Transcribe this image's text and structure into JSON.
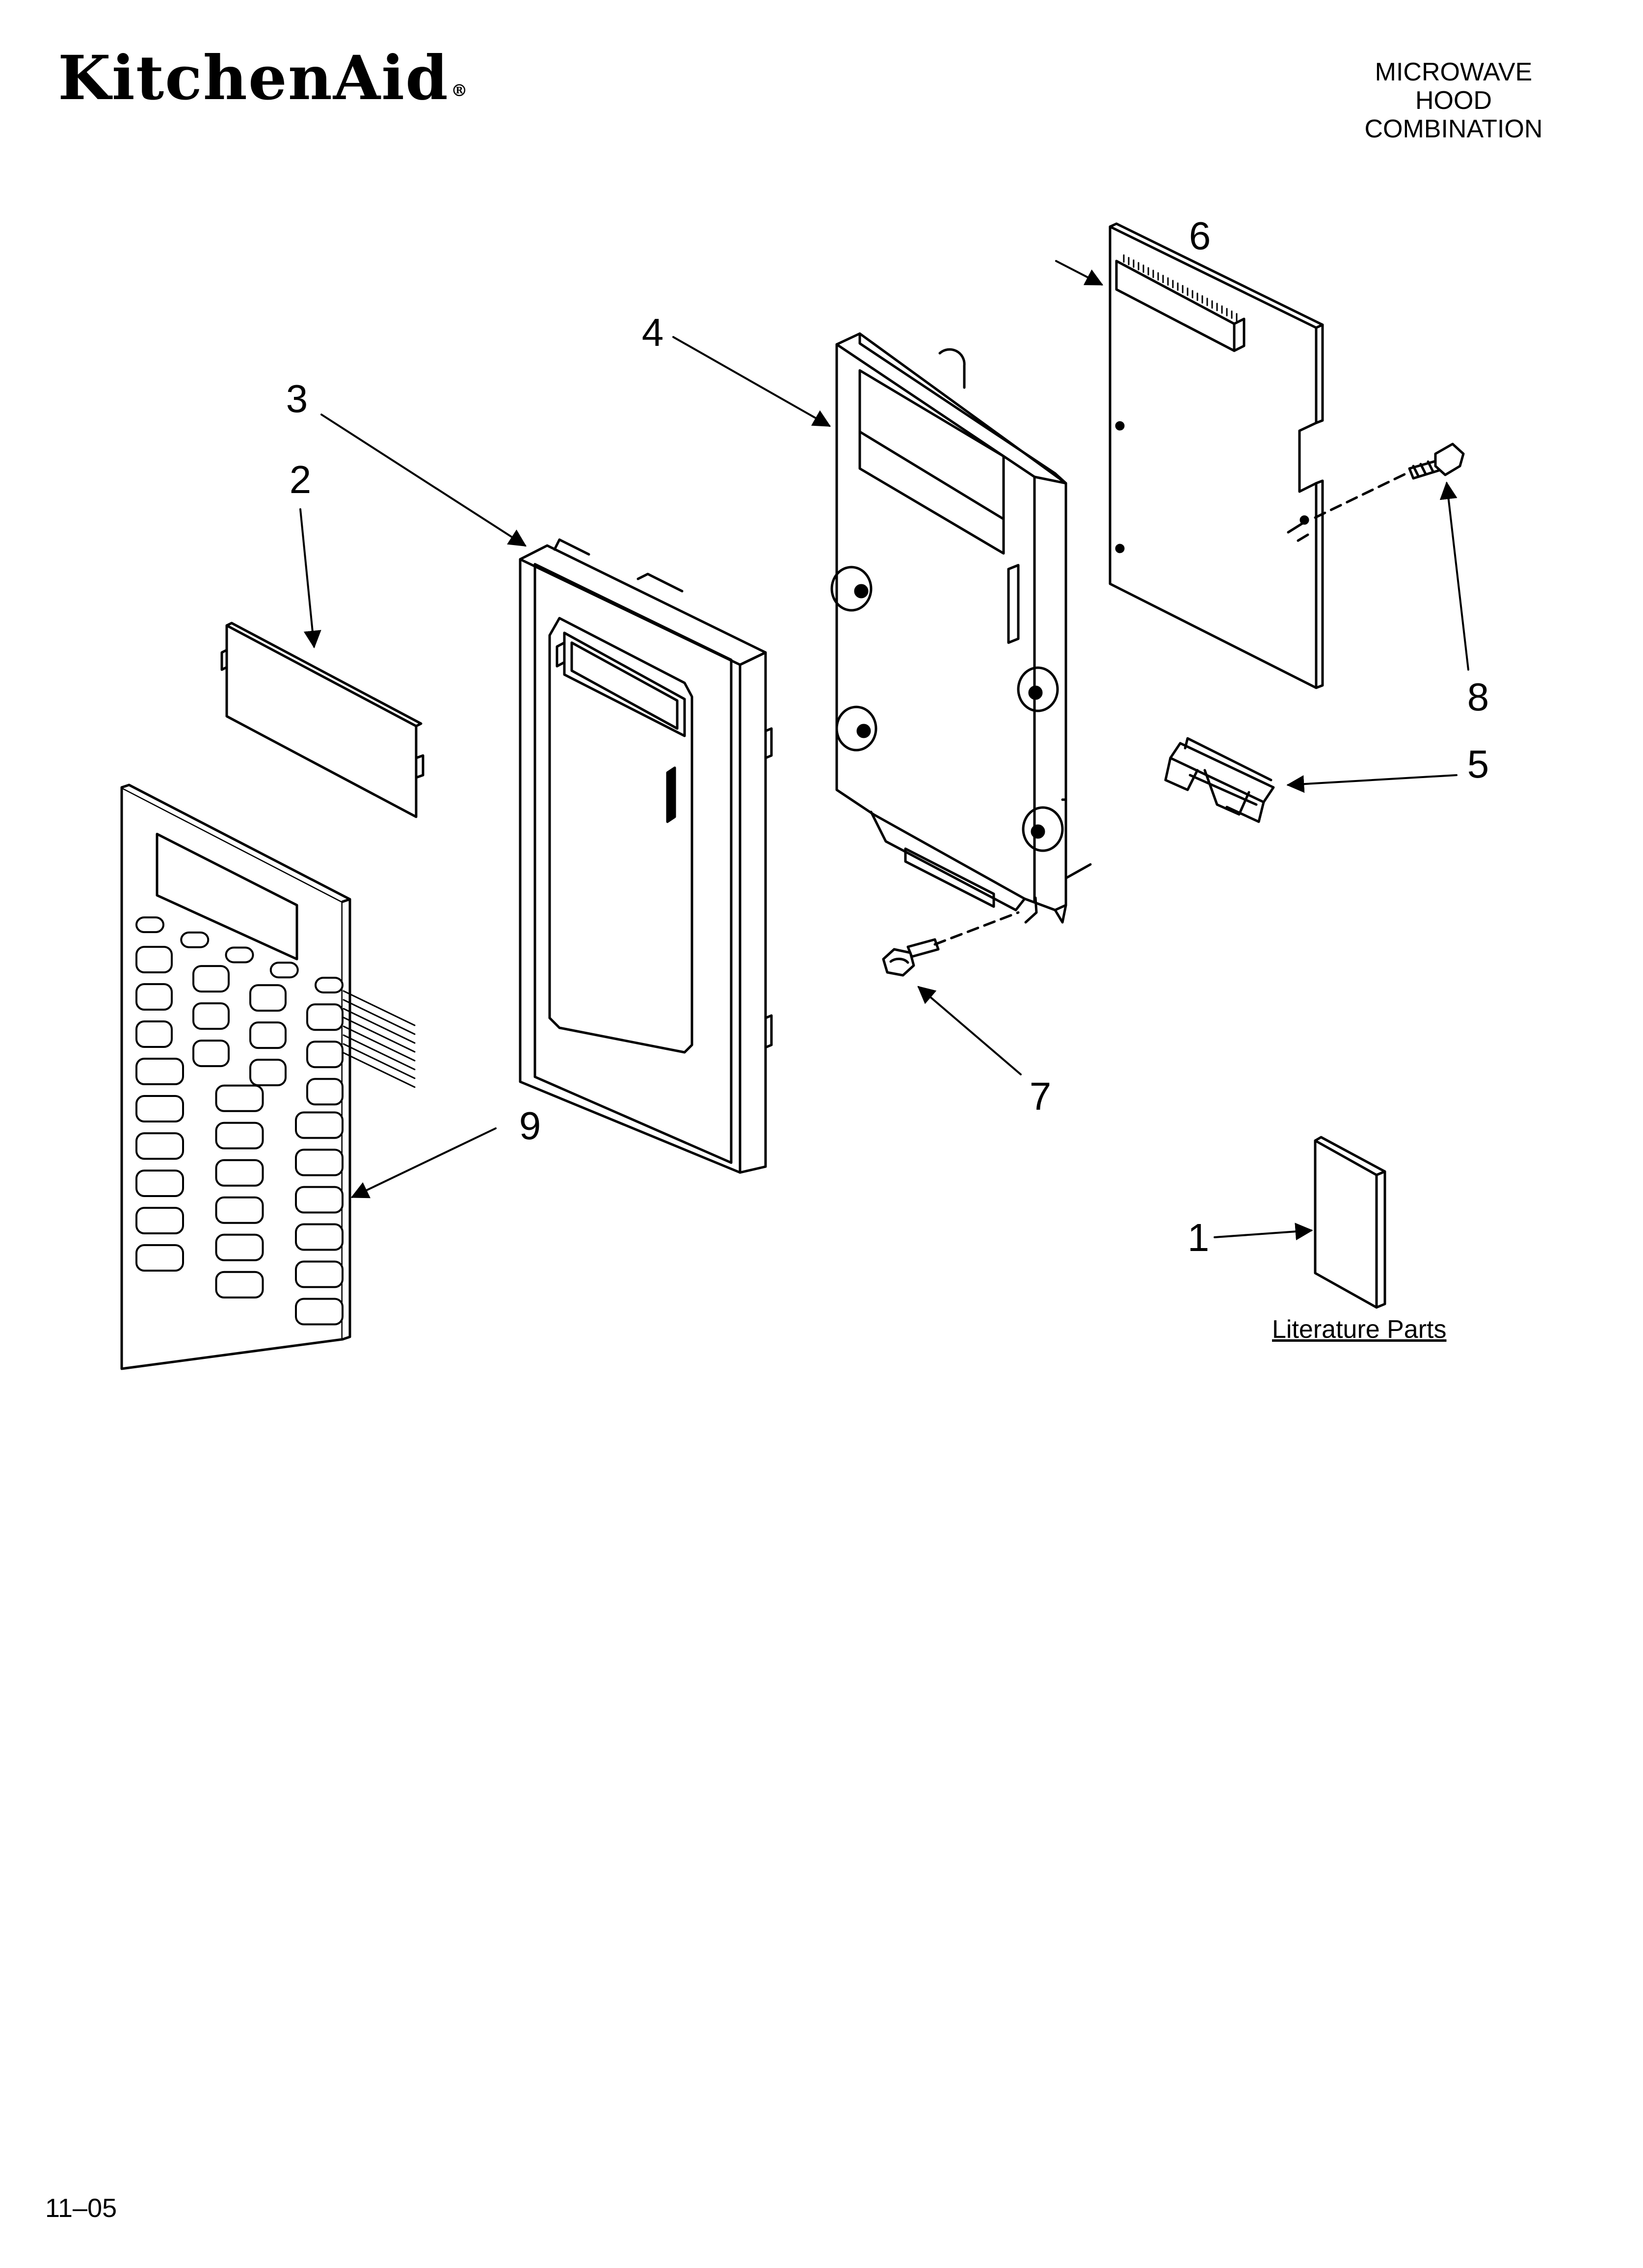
{
  "header": {
    "brand": "KitchenAid",
    "brand_mark": "®",
    "title_lines": [
      "MICROWAVE",
      "HOOD",
      "COMBINATION"
    ]
  },
  "callouts": [
    "1",
    "2",
    "3",
    "4",
    "5",
    "6",
    "7",
    "8",
    "9"
  ],
  "literature_label": "Literature Parts",
  "footer": {
    "date_code": "11–05"
  }
}
